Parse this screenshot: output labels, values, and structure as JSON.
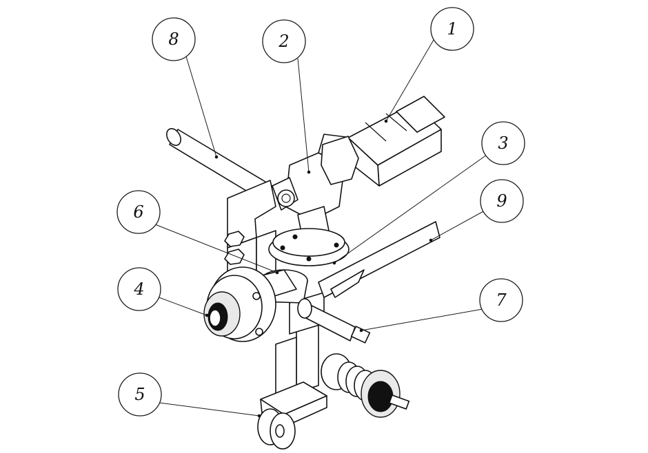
{
  "balloons": [
    {
      "id": "1",
      "label": "1"
    },
    {
      "id": "2",
      "label": "2"
    },
    {
      "id": "3",
      "label": "3"
    },
    {
      "id": "4",
      "label": "4"
    },
    {
      "id": "5",
      "label": "5"
    },
    {
      "id": "6",
      "label": "6"
    },
    {
      "id": "7",
      "label": "7"
    },
    {
      "id": "8",
      "label": "8"
    },
    {
      "id": "9",
      "label": "9"
    }
  ]
}
